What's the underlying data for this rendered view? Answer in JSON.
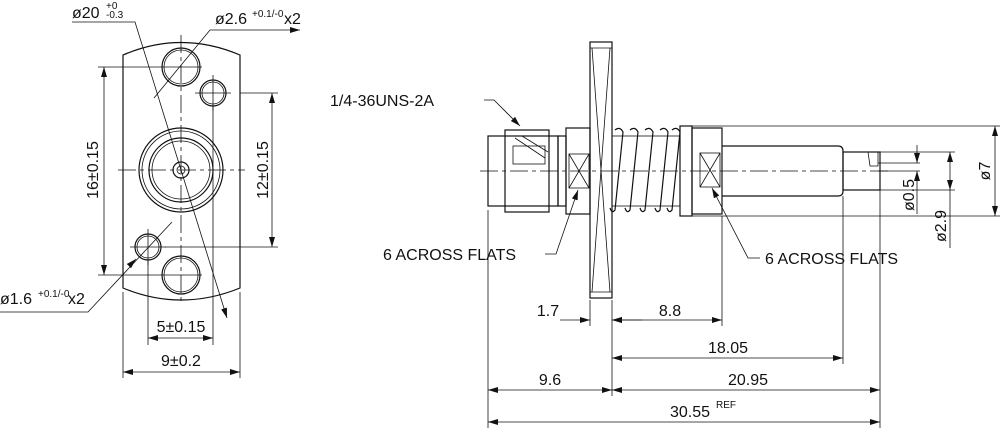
{
  "front_view": {
    "outer_diameter": "ø20",
    "outer_diameter_tol_upper": "+0",
    "outer_diameter_tol_lower": "-0.3",
    "large_hole": "ø2.6",
    "large_hole_tol": "+0.1/-0",
    "large_hole_qty": "x2",
    "small_hole": "ø1.6",
    "small_hole_tol": "+0.1/-0",
    "small_hole_qty": "x2",
    "dim_vertical_outer": "16±0.15",
    "dim_vertical_inner": "12±0.15",
    "dim_horizontal_inner": "5±0.15",
    "dim_horizontal_outer": "9±0.2"
  },
  "side_view": {
    "thread_label": "1/4-36UNS-2A",
    "flats_left": "6 ACROSS FLATS",
    "flats_right": "6 ACROSS FLATS",
    "dim_flange": "1.7",
    "dim_8_8": "8.8",
    "dim_18_05": "18.05",
    "dim_9_6": "9.6",
    "dim_20_95": "20.95",
    "dim_total": "30.55",
    "dim_total_suffix": "REF",
    "dia_pin": "ø0.5",
    "dia_tip": "ø2.9",
    "dia_body": "ø7"
  }
}
